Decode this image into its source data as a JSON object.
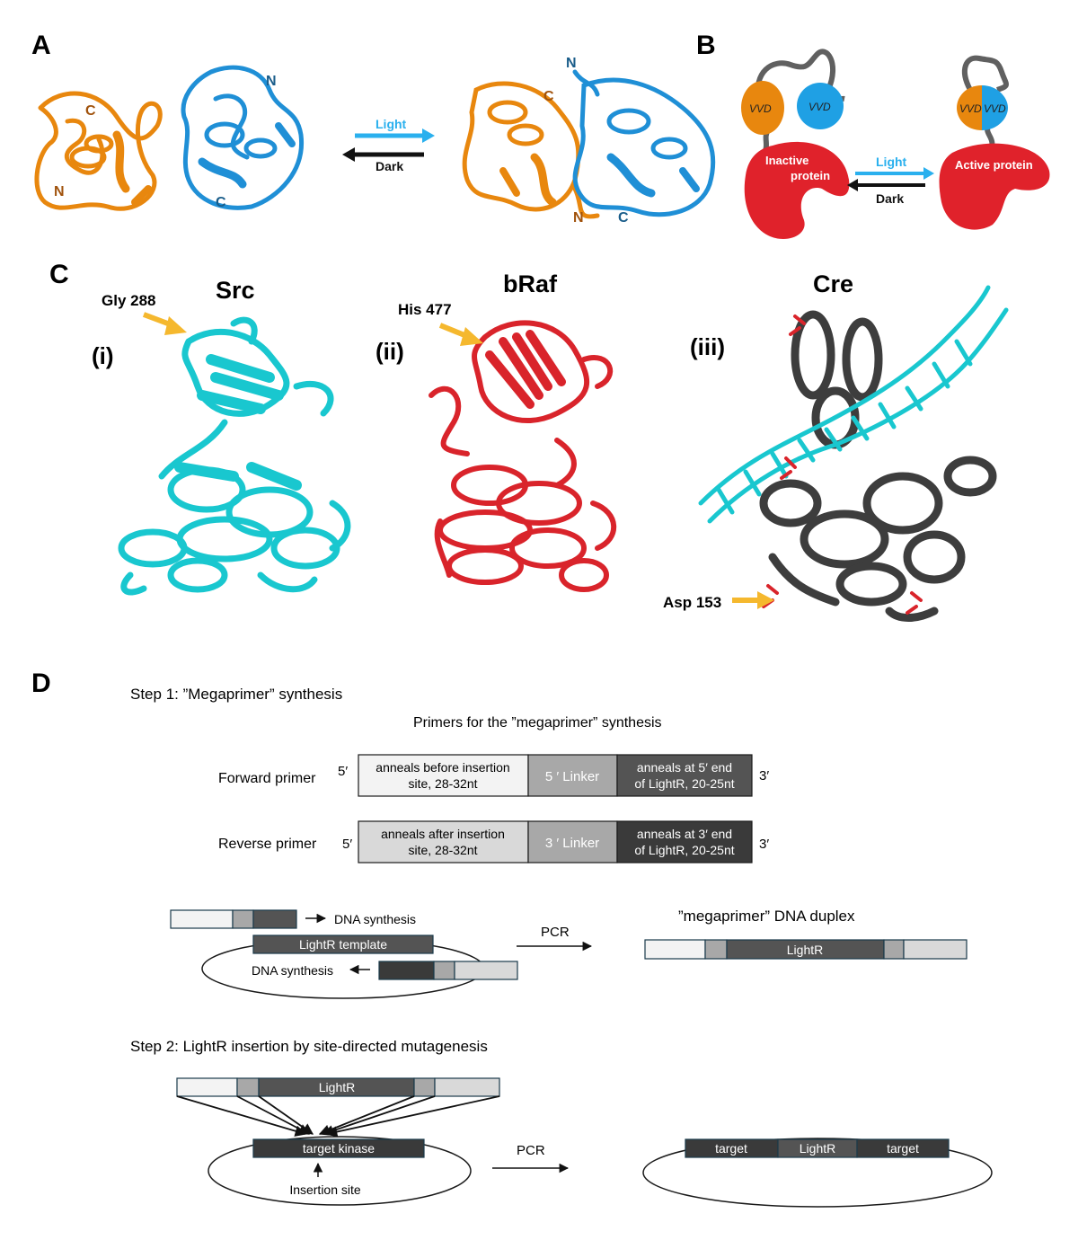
{
  "panels": {
    "A": {
      "letter": "A",
      "left_c": "C",
      "left_n": "N",
      "right_n_top": "N",
      "right_c_bottom": "C",
      "complex_c": "C",
      "complex_n_top": "N",
      "complex_n_bottom": "N",
      "complex_c_bottom": "C",
      "light": "Light",
      "dark": "Dark"
    },
    "B": {
      "letter": "B",
      "vvd": "VVD",
      "inactive_1": "Inactive",
      "inactive_2": "protein",
      "active": "Active protein",
      "light": "Light",
      "dark": "Dark"
    },
    "C": {
      "letter": "C",
      "src": "Src",
      "braf": "bRaf",
      "cre": "Cre",
      "i": "(i)",
      "ii": "(ii)",
      "iii": "(iii)",
      "gly": "Gly 288",
      "his": "His 477",
      "asp": "Asp 153"
    },
    "D": {
      "letter": "D",
      "step1": "Step 1: ”Megaprimer” synthesis",
      "primers_title": "Primers for the ”megaprimer” synthesis",
      "forward_label": "Forward primer",
      "reverse_label": "Reverse primer",
      "five_prime": "5′",
      "three_prime": "3′",
      "fwd_anneal_1": "anneals before insertion",
      "fwd_anneal_2": "site, 28-32nt",
      "fwd_linker": "5 ′ Linker",
      "fwd_end_1": "anneals at 5′ end",
      "fwd_end_2": "of LightR, 20-25nt",
      "rev_anneal_1": "anneals after insertion",
      "rev_anneal_2": "site, 28-32nt",
      "rev_linker": "3 ′ Linker",
      "rev_end_1": "anneals at 3′ end",
      "rev_end_2": "of LightR, 20-25nt",
      "dna_synthesis": "DNA synthesis",
      "lightr_template": "LightR template",
      "pcr": "PCR",
      "megaprimer_title": "”megaprimer”  DNA duplex",
      "lightr": "LightR",
      "step2": "Step 2: LightR insertion by site-directed mutagenesis",
      "target_kinase": "target kinase",
      "insertion_site": "Insertion site",
      "target": "target"
    }
  },
  "colors": {
    "orange": "#e8870e",
    "blue": "#1f8fd6",
    "cyan": "#19c7cf",
    "red": "#d9242b",
    "grey": "#3d3d3d",
    "arrow_gold": "#f5b82e",
    "light_arrow": "#2ab0ee"
  }
}
